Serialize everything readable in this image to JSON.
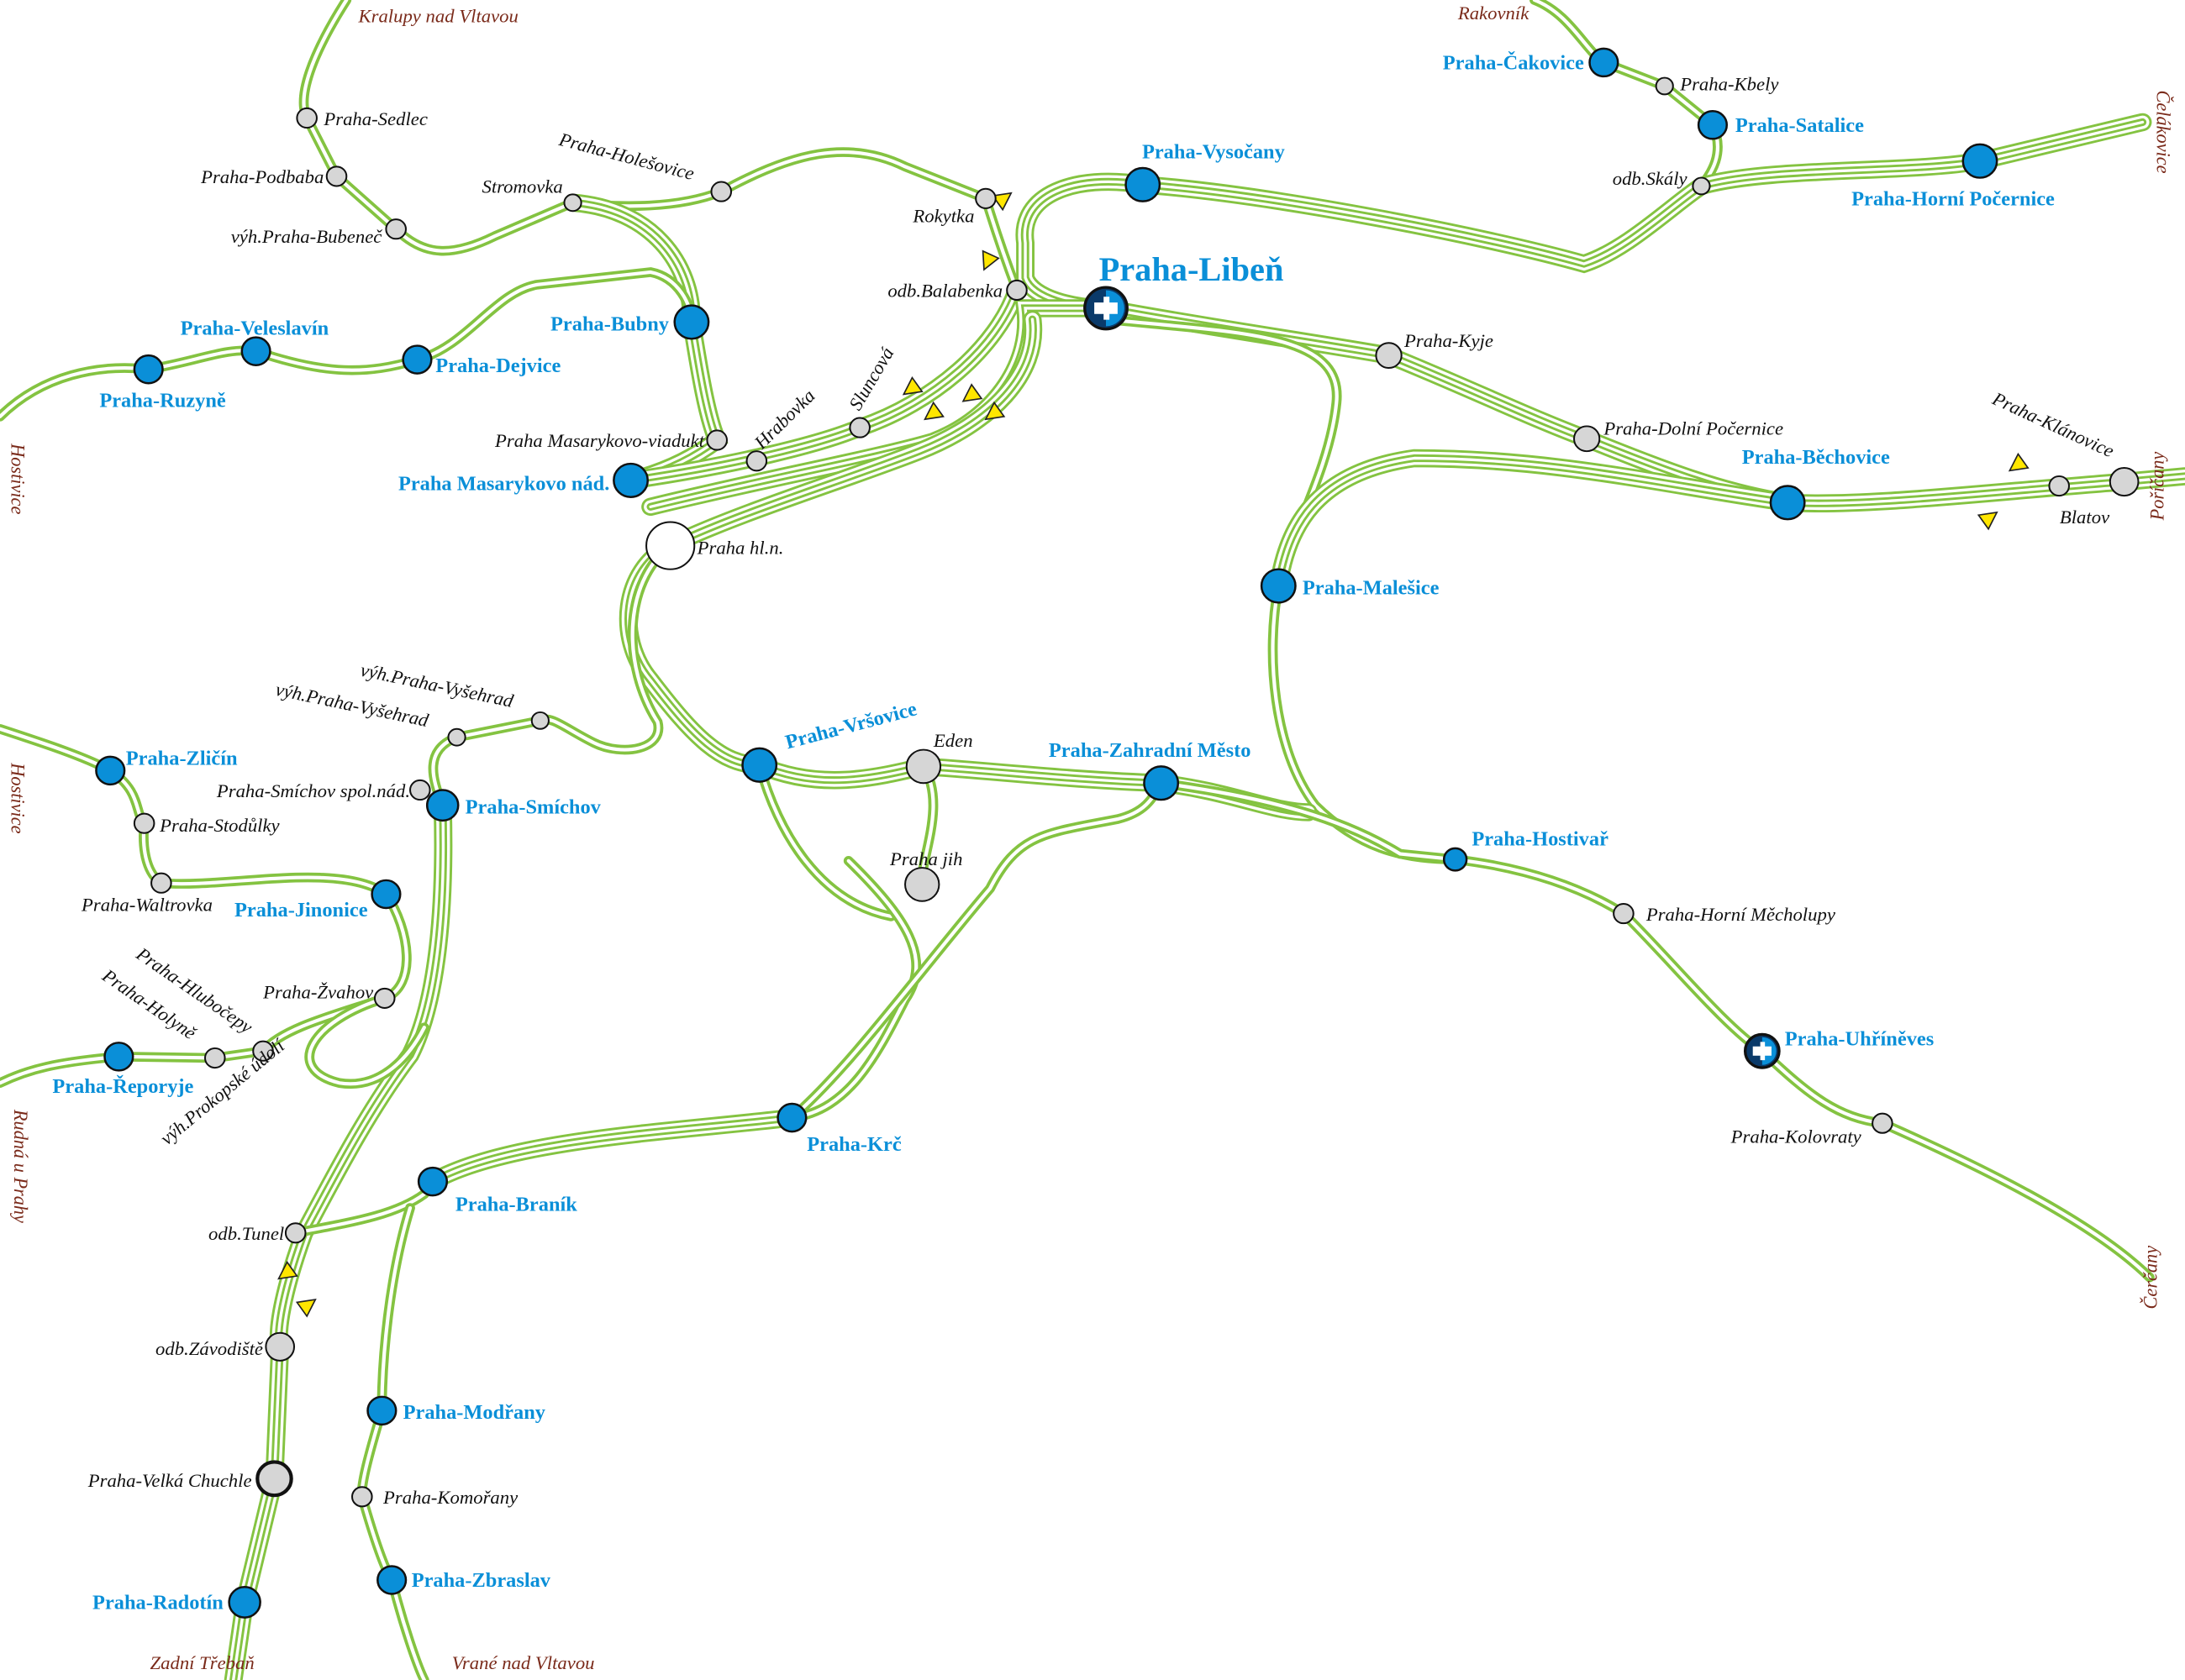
{
  "map": {
    "colors": {
      "track": "#84c341",
      "major_station": "#0a8fd8",
      "minor_station": "#d6d6d6",
      "terminus_label": "#7a2a1a",
      "signal": "#ffe600"
    },
    "hub_stations": [
      {
        "name": "Praha-Libeň"
      },
      {
        "name": "Praha-Uhříněves"
      }
    ],
    "major_stations": [
      {
        "name": "Praha-Čakovice"
      },
      {
        "name": "Praha-Satalice"
      },
      {
        "name": "Praha-Horní Počernice"
      },
      {
        "name": "Praha-Vysočany"
      },
      {
        "name": "Praha-Bubny"
      },
      {
        "name": "Praha-Veleslavín"
      },
      {
        "name": "Praha-Dejvice"
      },
      {
        "name": "Praha-Ruzyně"
      },
      {
        "name": "Praha Masarykovo nád."
      },
      {
        "name": "Praha-Běchovice"
      },
      {
        "name": "Praha-Malešice"
      },
      {
        "name": "Praha-Vršovice"
      },
      {
        "name": "Praha-Zahradní Město"
      },
      {
        "name": "Praha-Zličín"
      },
      {
        "name": "Praha-Smíchov"
      },
      {
        "name": "Praha-Hostivař"
      },
      {
        "name": "Praha-Jinonice"
      },
      {
        "name": "Praha-Řeporyje"
      },
      {
        "name": "Praha-Krč"
      },
      {
        "name": "Praha-Braník"
      },
      {
        "name": "Praha-Modřany"
      },
      {
        "name": "Praha-Zbraslav"
      },
      {
        "name": "Praha-Radotín"
      }
    ],
    "minor_stations": [
      {
        "name": "Praha-Kbely"
      },
      {
        "name": "odb.Skály"
      },
      {
        "name": "Praha-Sedlec"
      },
      {
        "name": "Praha-Podbaba"
      },
      {
        "name": "výh.Praha-Bubeneč"
      },
      {
        "name": "Stromovka"
      },
      {
        "name": "Praha-Holešovice"
      },
      {
        "name": "Rokytka"
      },
      {
        "name": "odb.Balabenka"
      },
      {
        "name": "Praha-Kyje"
      },
      {
        "name": "Sluncová"
      },
      {
        "name": "Hrabovka"
      },
      {
        "name": "Praha Masarykovo-viadukt"
      },
      {
        "name": "Praha hl.n."
      },
      {
        "name": "Praha-Dolní Počernice"
      },
      {
        "name": "Praha-Klánovice"
      },
      {
        "name": "Blatov"
      },
      {
        "name": "výh.Praha-Vyšehrad"
      },
      {
        "name": "výh.Praha-Vyšehrad"
      },
      {
        "name": "Eden"
      },
      {
        "name": "Praha-Smíchov spol.nád."
      },
      {
        "name": "Praha-Stodůlky"
      },
      {
        "name": "Praha jih"
      },
      {
        "name": "Praha-Waltrovka"
      },
      {
        "name": "Praha-Horní Měcholupy"
      },
      {
        "name": "Praha-Žvahov"
      },
      {
        "name": "Praha-Hlubočepy"
      },
      {
        "name": "Praha-Holyně"
      },
      {
        "name": "výh.Prokopské údolí"
      },
      {
        "name": "Praha-Kolovraty"
      },
      {
        "name": "odb.Tunel"
      },
      {
        "name": "odb.Závodiště"
      },
      {
        "name": "Praha-Velká Chuchle"
      },
      {
        "name": "Praha-Komořany"
      }
    ],
    "termini": [
      {
        "name": "Kralupy nad Vltavou"
      },
      {
        "name": "Rakovník"
      },
      {
        "name": "Čelákovice"
      },
      {
        "name": "Hostivice"
      },
      {
        "name": "Poříčany"
      },
      {
        "name": "Hostivice"
      },
      {
        "name": "Rudná u Prahy"
      },
      {
        "name": "Čerčany"
      },
      {
        "name": "Zadní Třebaň"
      },
      {
        "name": "Vrané nad Vltavou"
      }
    ]
  }
}
